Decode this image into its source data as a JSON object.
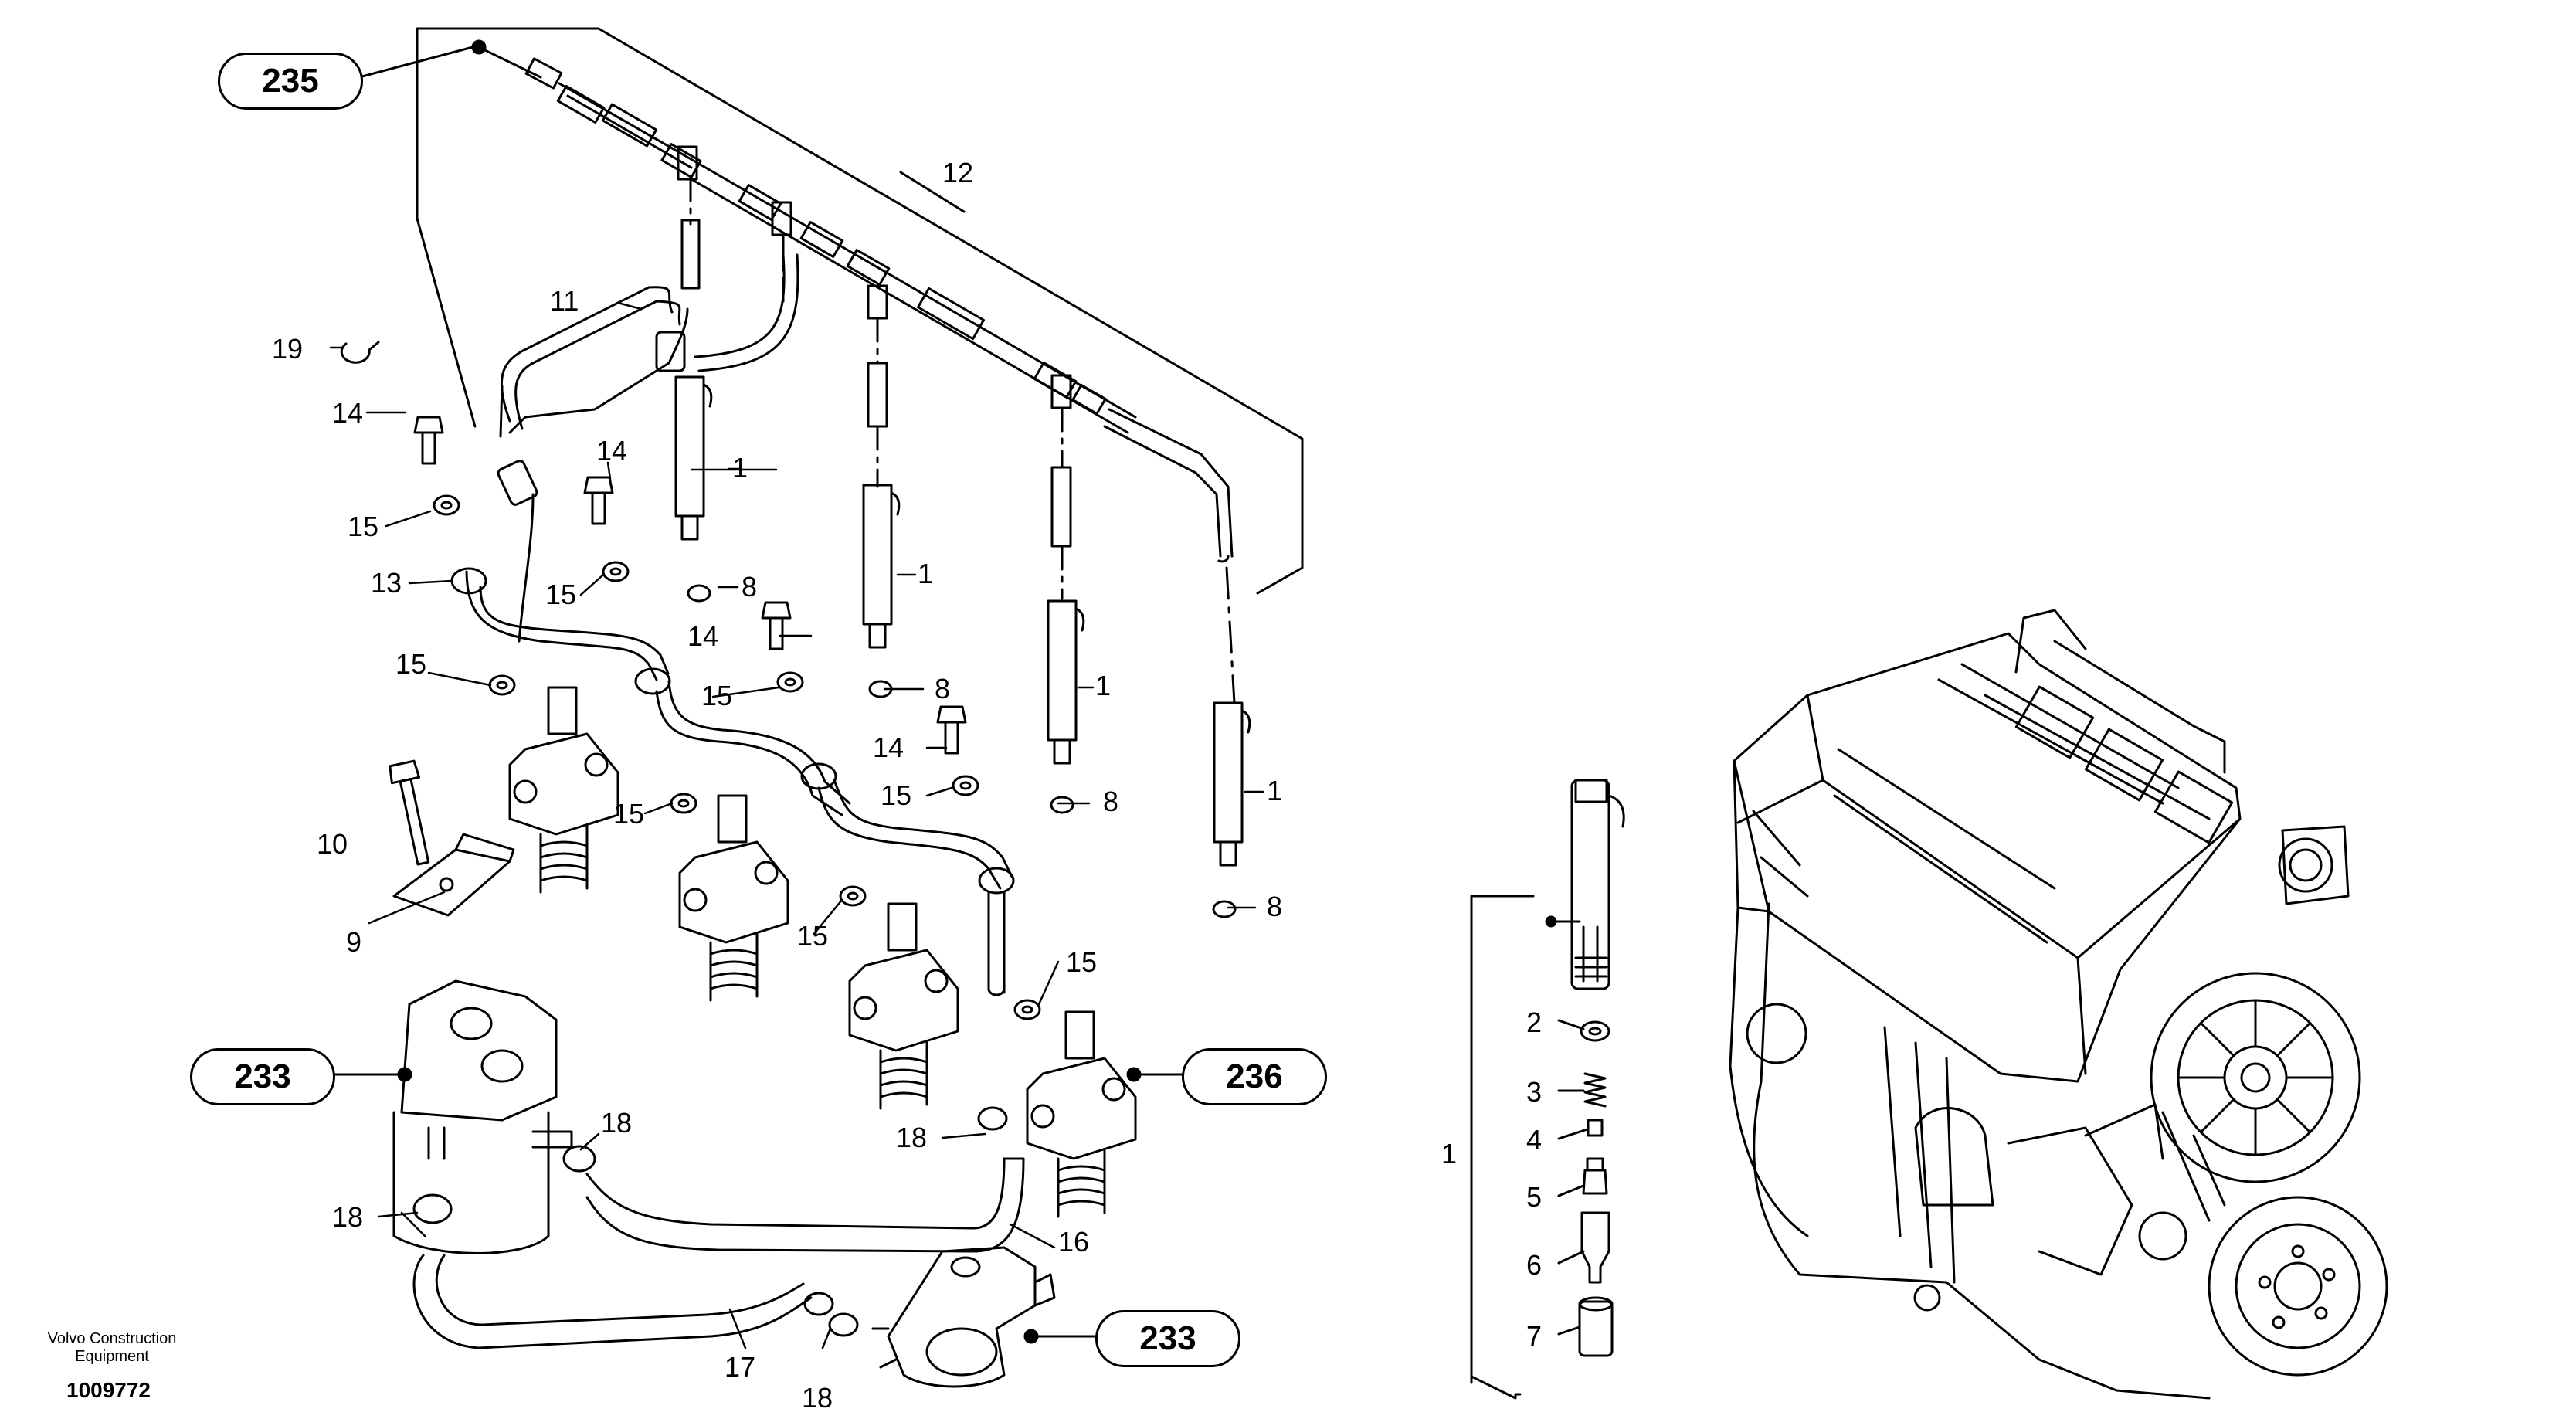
{
  "brand": {
    "line1": "Volvo Construction",
    "line2": "Equipment"
  },
  "document_number": "1009772",
  "reference_groups": {
    "r235": "235",
    "r233a": "233",
    "r236": "236",
    "r233b": "233"
  },
  "callouts": {
    "c12": "12",
    "c11": "11",
    "c19": "19",
    "c14a": "14",
    "c14b": "14",
    "c14c": "14",
    "c14d": "14",
    "c15a": "15",
    "c15b": "15",
    "c15c": "15",
    "c15d": "15",
    "c15e": "15",
    "c15f": "15",
    "c15g": "15",
    "c15h": "15",
    "c13": "13",
    "c1a": "1",
    "c1b": "1",
    "c1c": "1",
    "c1d": "1",
    "c8a": "8",
    "c8b": "8",
    "c8c": "8",
    "c8d": "8",
    "c10": "10",
    "c9": "9",
    "c18a": "18",
    "c18b": "18",
    "c18c": "18",
    "c18d": "18",
    "c16": "16",
    "c17": "17",
    "d1": "1",
    "d2": "2",
    "d3": "3",
    "d4": "4",
    "d5": "5",
    "d6": "6",
    "d7": "7"
  }
}
